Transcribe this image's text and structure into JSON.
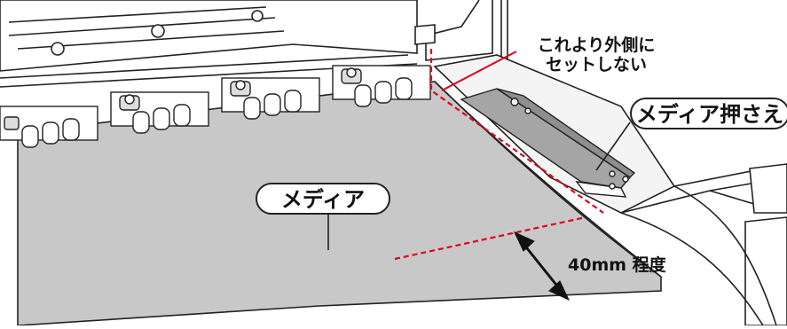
{
  "labels": {
    "media": "メディア",
    "media_clamp": "メディア押さえ",
    "warning_line1": "これより外側に",
    "warning_line2": "セットしない",
    "distance": "40mm 程度"
  },
  "colors": {
    "media_fill": "#c8c8c8",
    "clamp_fill": "#a5a5a5",
    "guide_red": "#e0001a",
    "line": "#222222"
  }
}
